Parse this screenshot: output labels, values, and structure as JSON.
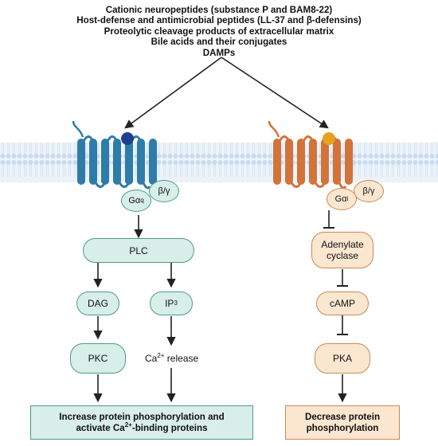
{
  "ligands": {
    "line1": "Cationic neuropeptides (substance P and BAM8-22)",
    "line2": "Host-defense and antimicrobial peptides (LL-37 and β-defensins)",
    "line3": "Proteolytic cleavage products of extracellular matrix",
    "line4": "Bile acids and their conjugates",
    "line5": "DAMPs"
  },
  "left_pathway": {
    "g_alpha": "Gα",
    "g_alpha_sub": "q",
    "g_betagamma": "β/γ",
    "plc": "PLC",
    "dag": "DAG",
    "ip3": "IP",
    "ip3_sub": "3",
    "pkc": "PKC",
    "ca_prefix": "Ca",
    "ca_sup": "2+",
    "ca_suffix": " release",
    "outcome_line1": "Increase protein phosphorylation and",
    "outcome_line2_a": "activate Ca",
    "outcome_line2_sup": "2+",
    "outcome_line2_b": "-binding proteins"
  },
  "right_pathway": {
    "g_alpha": "Gα",
    "g_alpha_sub": "i",
    "g_betagamma": "β/γ",
    "adenylate_line1": "Adenylate",
    "adenylate_line2": "cyclase",
    "camp": "cAMP",
    "pka": "PKA",
    "outcome_line1": "Decrease protein",
    "outcome_line2": "phosphorylation"
  },
  "colors": {
    "receptor_left": "#2e7ca8",
    "receptor_right": "#d2733a",
    "ligand_left": "#1f3f8f",
    "ligand_right": "#e8a020",
    "membrane": "#dfeaf5",
    "teal_fill": "#d8eee8",
    "orange_fill": "#fbe6d0"
  }
}
